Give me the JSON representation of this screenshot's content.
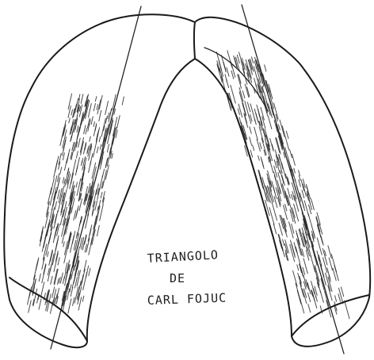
{
  "figure": {
    "subject": "arcade-outline-sketch",
    "label_lines": [
      "TRIANGOLO",
      "DE",
      "CARL FOJUC"
    ]
  }
}
